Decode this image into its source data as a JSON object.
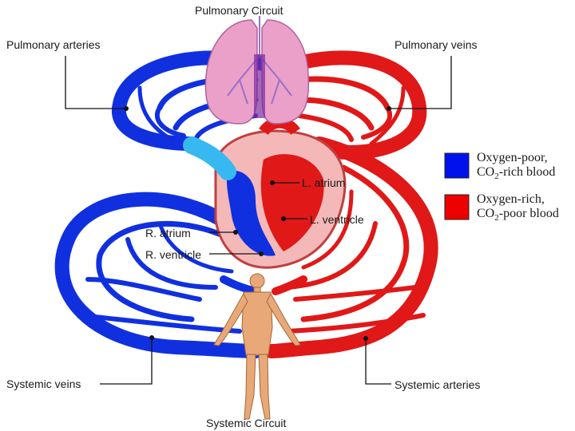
{
  "labels": {
    "pulmonary_circuit": "Pulmonary Circuit",
    "pulmonary_arteries": "Pulmonary arteries",
    "pulmonary_veins": "Pulmonary veins",
    "l_atrium": "L. atrium",
    "l_ventricle": "L. ventricle",
    "r_atrium": "R. atrium",
    "r_ventricle": "R. ventricle",
    "systemic_veins": "Systemic veins",
    "systemic_arteries": "Systemic arteries",
    "systemic_circuit": "Systemic Circuit"
  },
  "legend": {
    "poor": {
      "line1": "Oxygen-poor,",
      "line2_a": "CO",
      "line2_sub": "2",
      "line2_b": "-rich blood",
      "color": "#0011ee"
    },
    "rich": {
      "line1": "Oxygen-rich,",
      "line2_a": "CO",
      "line2_sub": "2",
      "line2_b": "-poor blood",
      "color": "#ee0000"
    }
  },
  "colors": {
    "blue": "#1030e0",
    "red": "#e01818",
    "lungs": "#eaa0c8",
    "heart_wall": "#f4b8b8",
    "body": "#e8a878",
    "leader": "#111111"
  }
}
